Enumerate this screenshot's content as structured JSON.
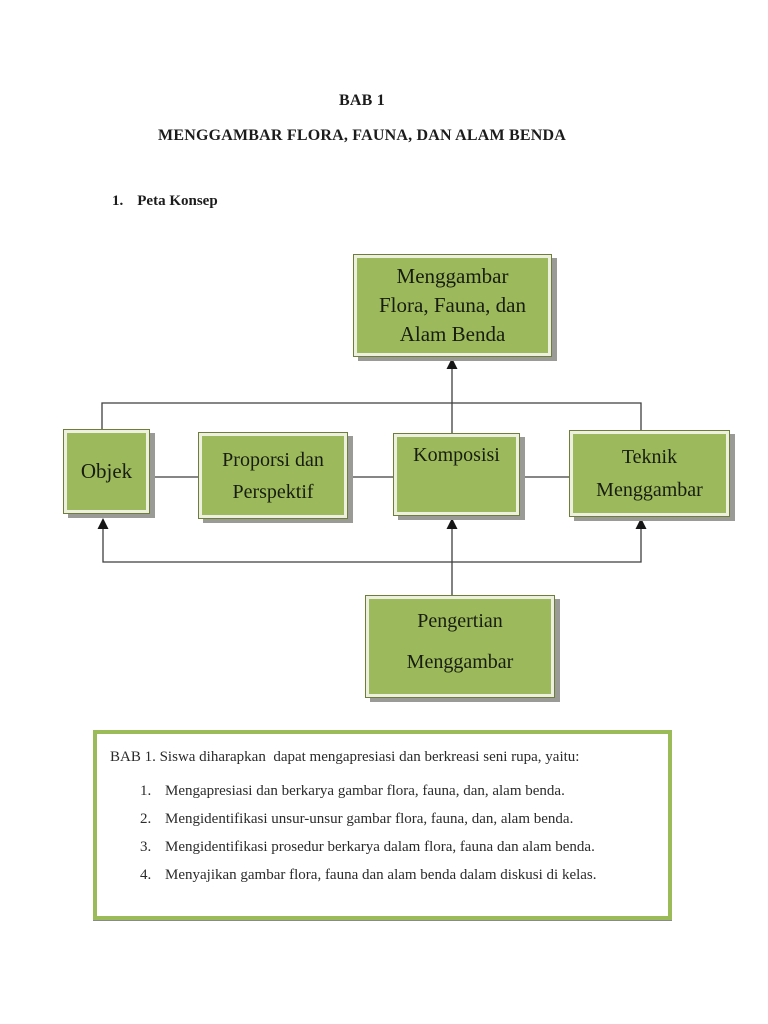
{
  "page": {
    "chapter_title": "BAB 1",
    "main_title": "MENGGAMBAR FLORA, FAUNA, DAN ALAM BENDA",
    "section_number": "1.",
    "section_title": "Peta Konsep"
  },
  "colors": {
    "box_fill": "#9cba5c",
    "box_border": "#6b7f3a",
    "box_inner_stroke": "#eef0df",
    "box_shadow": "#9a9a96",
    "connector_line": "#3f3f3f",
    "objectives_border": "#9bbb59"
  },
  "diagram": {
    "top_box_lines": [
      "Menggambar",
      "Flora, Fauna, dan",
      "Alam Benda"
    ],
    "objek_label": "Objek",
    "proporsi_label": "Proporsi dan Perspektif",
    "komposisi_label": "Komposisi",
    "teknik_label": "Teknik Menggambar",
    "pengertian_lines": [
      "Pengertian",
      "Menggambar"
    ]
  },
  "objectives": {
    "intro": "BAB 1. Siswa diharapkan  dapat mengapresiasi dan berkreasi seni rupa, yaitu:",
    "items": [
      {
        "num": "1.",
        "text": "Mengapresiasi dan berkarya gambar flora, fauna, dan, alam benda."
      },
      {
        "num": "2.",
        "text": "Mengidentifikasi unsur-unsur gambar flora, fauna, dan, alam benda."
      },
      {
        "num": "3.",
        "text": "Mengidentifikasi prosedur berkarya dalam flora, fauna dan alam benda."
      },
      {
        "num": "4.",
        "text": "Menyajikan gambar flora, fauna dan alam benda dalam diskusi di kelas."
      }
    ]
  }
}
